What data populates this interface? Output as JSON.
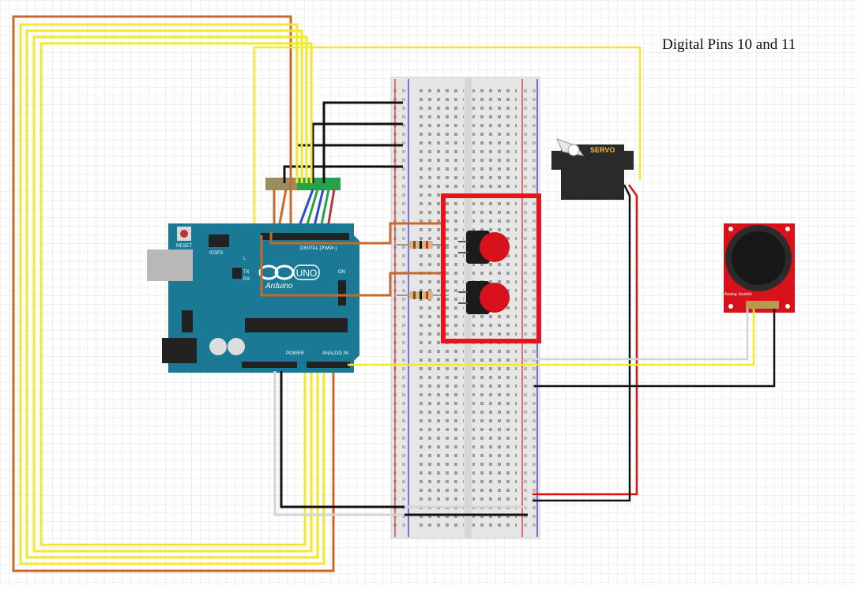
{
  "annotation": {
    "text": "Digital Pins 10 and 11"
  },
  "arduino": {
    "brand": "Arduino",
    "model": "UNO",
    "reset_label": "RESET",
    "icsp_label": "ICSP2",
    "digital_label": "DIGITAL (PWM~)",
    "power_label": "POWER",
    "analog_label": "ANALOG IN",
    "tx_label": "TX",
    "rx_label": "RX",
    "on_label": "ON",
    "l_label": "L"
  },
  "servo": {
    "label": "SERVO"
  },
  "joystick": {
    "label": "Analog Joystick"
  },
  "colors": {
    "highlight": "#e8141b",
    "yellow_wire": "#f2e82c",
    "orange_wire": "#c8682a",
    "black_wire": "#111111",
    "red_wire": "#e01010",
    "board": "#1a7a95",
    "button": "#d8121c",
    "breadboard": "#e6e6e6"
  }
}
